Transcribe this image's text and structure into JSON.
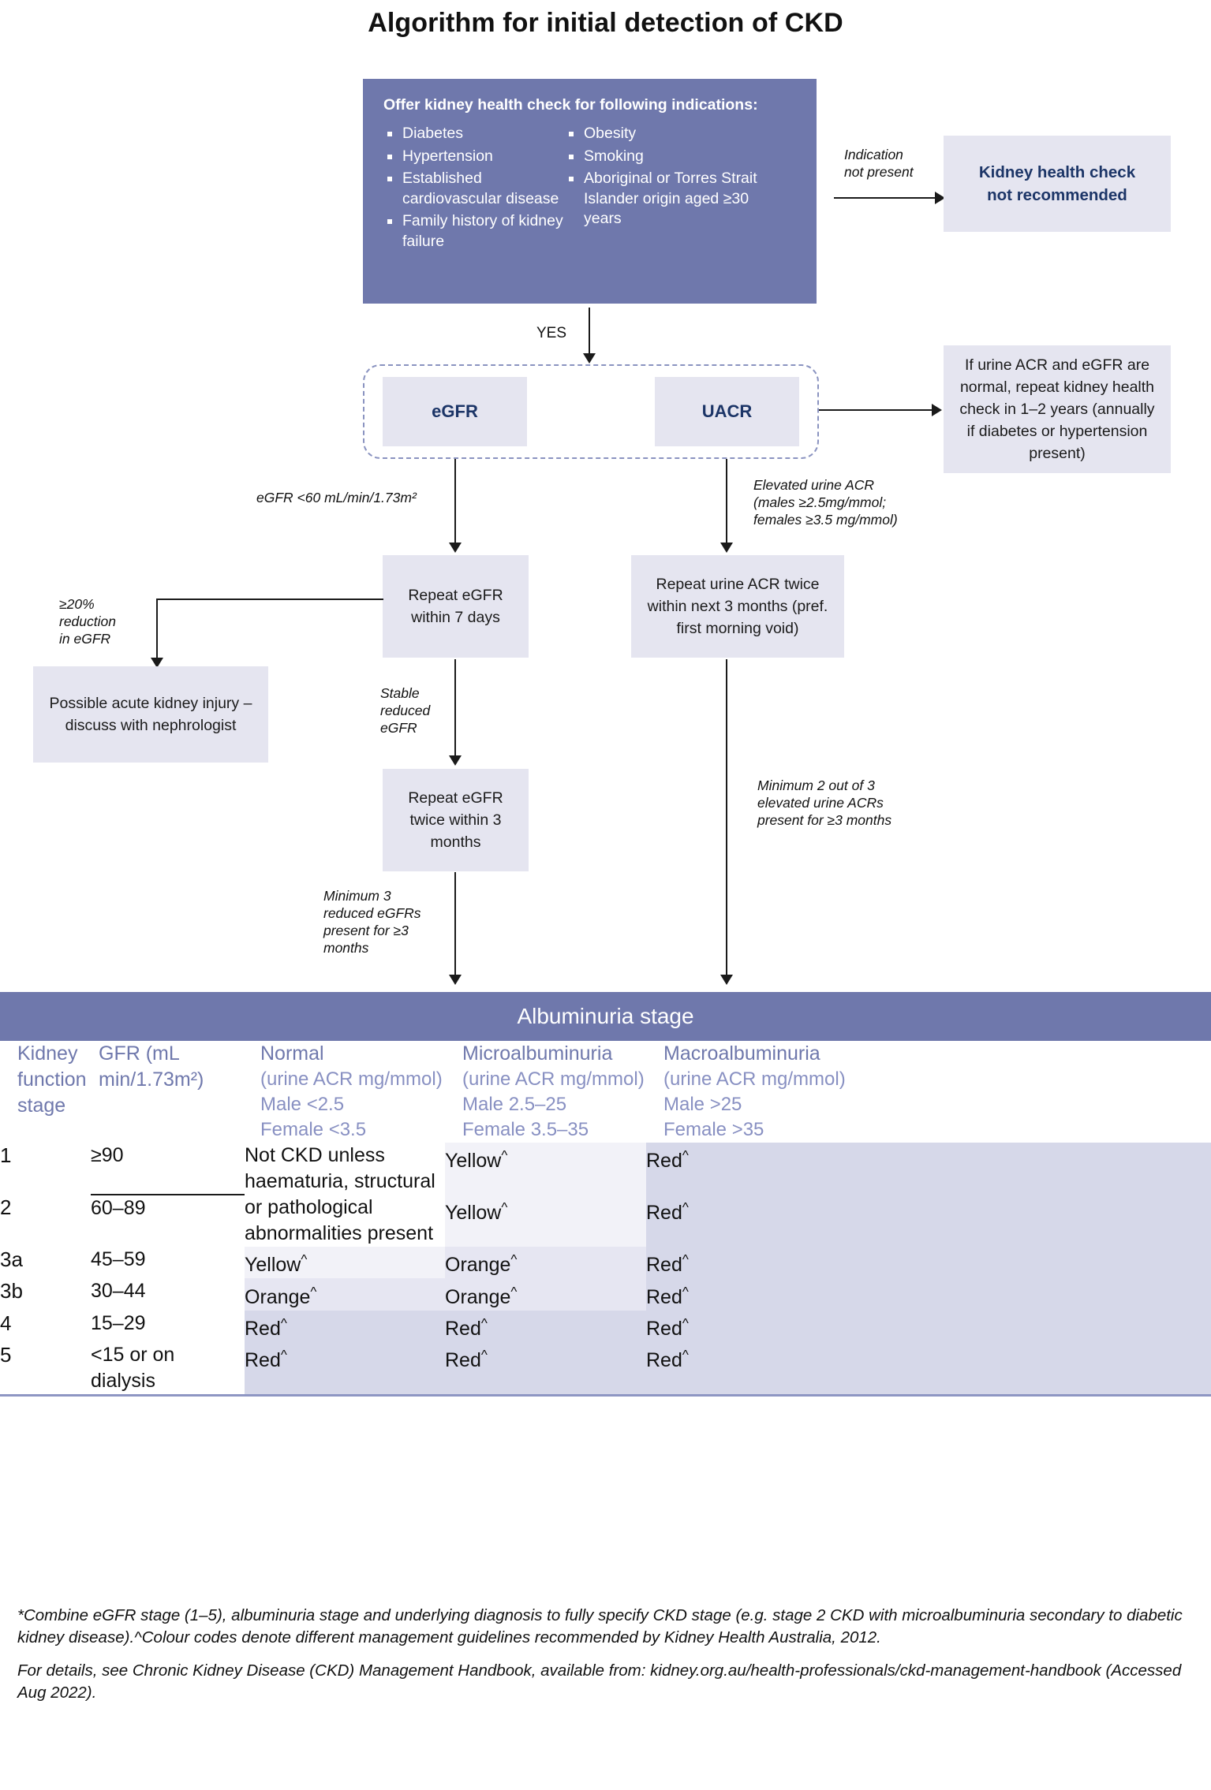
{
  "title": "Algorithm for initial detection of CKD",
  "indication_box": {
    "heading": "Offer kidney health check for following indications:",
    "left_bullets": [
      "Diabetes",
      "Hypertension",
      "Established cardiovascular disease",
      "Family history of kidney failure"
    ],
    "right_bullets": [
      "Obesity",
      "Smoking",
      "Aboriginal or Torres Strait Islander origin aged ≥30 years"
    ]
  },
  "edges": {
    "indication_not_present": "Indication\nnot present",
    "yes": "YES",
    "egfr_low": "eGFR <60 mL/min/1.73m²",
    "elevated_acr": "Elevated urine ACR\n(males ≥2.5mg/mmol;\nfemales ≥3.5 mg/mmol)",
    "reduction_20": "≥20%\nreduction\nin eGFR",
    "stable_reduced": "Stable\nreduced\neGFR",
    "minimum_3_egfr": "Minimum 3\nreduced eGFRs\npresent for ≥3\nmonths",
    "minimum_2_of_3": "Minimum 2 out of 3\nelevated urine ACRs\npresent for ≥3 months"
  },
  "nodes": {
    "not_recommended": "Kidney health check not recommended",
    "egfr": "eGFR",
    "uacr": "UACR",
    "repeat_check": "If urine ACR and eGFR are normal, repeat kidney health check in 1–2 years (annually if diabetes or hypertension present)",
    "repeat_egfr_7days": "Repeat eGFR within 7 days",
    "repeat_acr_twice": "Repeat urine ACR twice within next 3 months (pref. first morning void)",
    "possible_aki": "Possible acute kidney injury – discuss with nephrologist",
    "repeat_egfr_twice": "Repeat eGFR twice within 3 months"
  },
  "table": {
    "banner": "Albuminuria stage",
    "headers": {
      "stage": "Kidney function stage",
      "gfr": "GFR (mL min/1.73m²)",
      "normal": {
        "title": "Normal",
        "unit": "(urine ACR mg/mmol)",
        "male": "Male <2.5",
        "female": "Female <3.5"
      },
      "micro": {
        "title": "Microalbuminuria",
        "unit": "(urine ACR mg/mmol)",
        "male": "Male 2.5–25",
        "female": "Female 3.5–35"
      },
      "macro": {
        "title": "Macroalbuminuria",
        "unit": "(urine ACR mg/mmol)",
        "male": "Male >25",
        "female": "Female >35"
      }
    },
    "not_ckd_note": "Not CKD unless haematuria, structural or pathological abnormalities present",
    "rows": [
      {
        "stage": "1",
        "gfr": "≥90",
        "normal": "",
        "micro": "Yellow^",
        "macro": "Red^"
      },
      {
        "stage": "2",
        "gfr": "60–89",
        "normal": "",
        "micro": "Yellow^",
        "macro": "Red^"
      },
      {
        "stage": "3a",
        "gfr": "45–59",
        "normal": "Yellow^",
        "micro": "Orange^",
        "macro": "Red^"
      },
      {
        "stage": "3b",
        "gfr": "30–44",
        "normal": "Orange^",
        "micro": "Orange^",
        "macro": "Red^"
      },
      {
        "stage": "4",
        "gfr": "15–29",
        "normal": "Red^",
        "micro": "Red^",
        "macro": "Red^"
      },
      {
        "stage": "5",
        "gfr": "<15 or on dialysis",
        "normal": "Red^",
        "micro": "Red^",
        "macro": "Red^"
      }
    ]
  },
  "footnotes": {
    "line1": "*Combine eGFR stage (1–5), albuminuria stage and underlying diagnosis to fully specify CKD stage (e.g. stage 2 CKD with microalbuminuria secondary to diabetic kidney disease).^Colour codes denote different management guidelines recommended by Kidney Health Australia, 2012.",
    "line2": "For details, see Chronic Kidney Disease (CKD) Management Handbook, available from: kidney.org.au/health-professionals/ckd-management-handbook (Accessed Aug 2022)."
  },
  "colors": {
    "purple": "#6f78ac",
    "lavender": "#e5e5f0",
    "navy": "#1c3567",
    "shade_yellow": "#f2f2f8",
    "shade_orange": "#e6e6f2",
    "shade_red": "#d6d8e9"
  }
}
